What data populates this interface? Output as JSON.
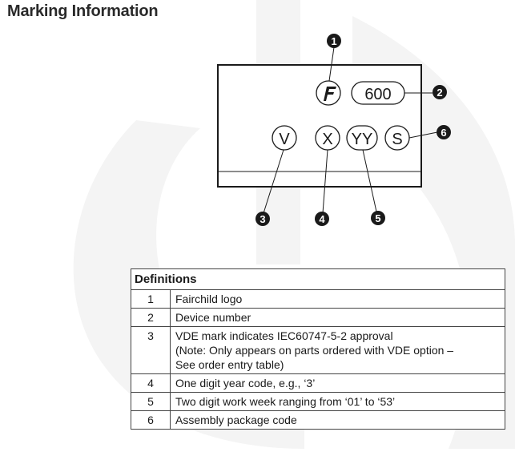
{
  "page": {
    "title": "Marking Information"
  },
  "diagram": {
    "logo_mark": "F",
    "device_number": "600",
    "fields": [
      {
        "id": "vde",
        "text": "V"
      },
      {
        "id": "year",
        "text": "X"
      },
      {
        "id": "week",
        "text": "YY"
      },
      {
        "id": "package",
        "text": "S"
      }
    ],
    "callouts": [
      "1",
      "2",
      "3",
      "4",
      "5",
      "6"
    ]
  },
  "definitions": {
    "header": "Definitions",
    "rows": [
      {
        "num": "1",
        "text": "Fairchild logo"
      },
      {
        "num": "2",
        "text": "Device number"
      },
      {
        "num": "3",
        "text": "VDE mark indicates IEC60747-5-2 approval\n(Note: Only appears on parts ordered with VDE option –\nSee order entry table)"
      },
      {
        "num": "4",
        "text": "One digit year code, e.g., ‘3’"
      },
      {
        "num": "5",
        "text": "Two digit work week ranging from ‘01’ to ‘53’"
      },
      {
        "num": "6",
        "text": "Assembly package code"
      }
    ]
  },
  "colors": {
    "ink": "#1a1a1a",
    "watermark": "#f4f4f4"
  }
}
